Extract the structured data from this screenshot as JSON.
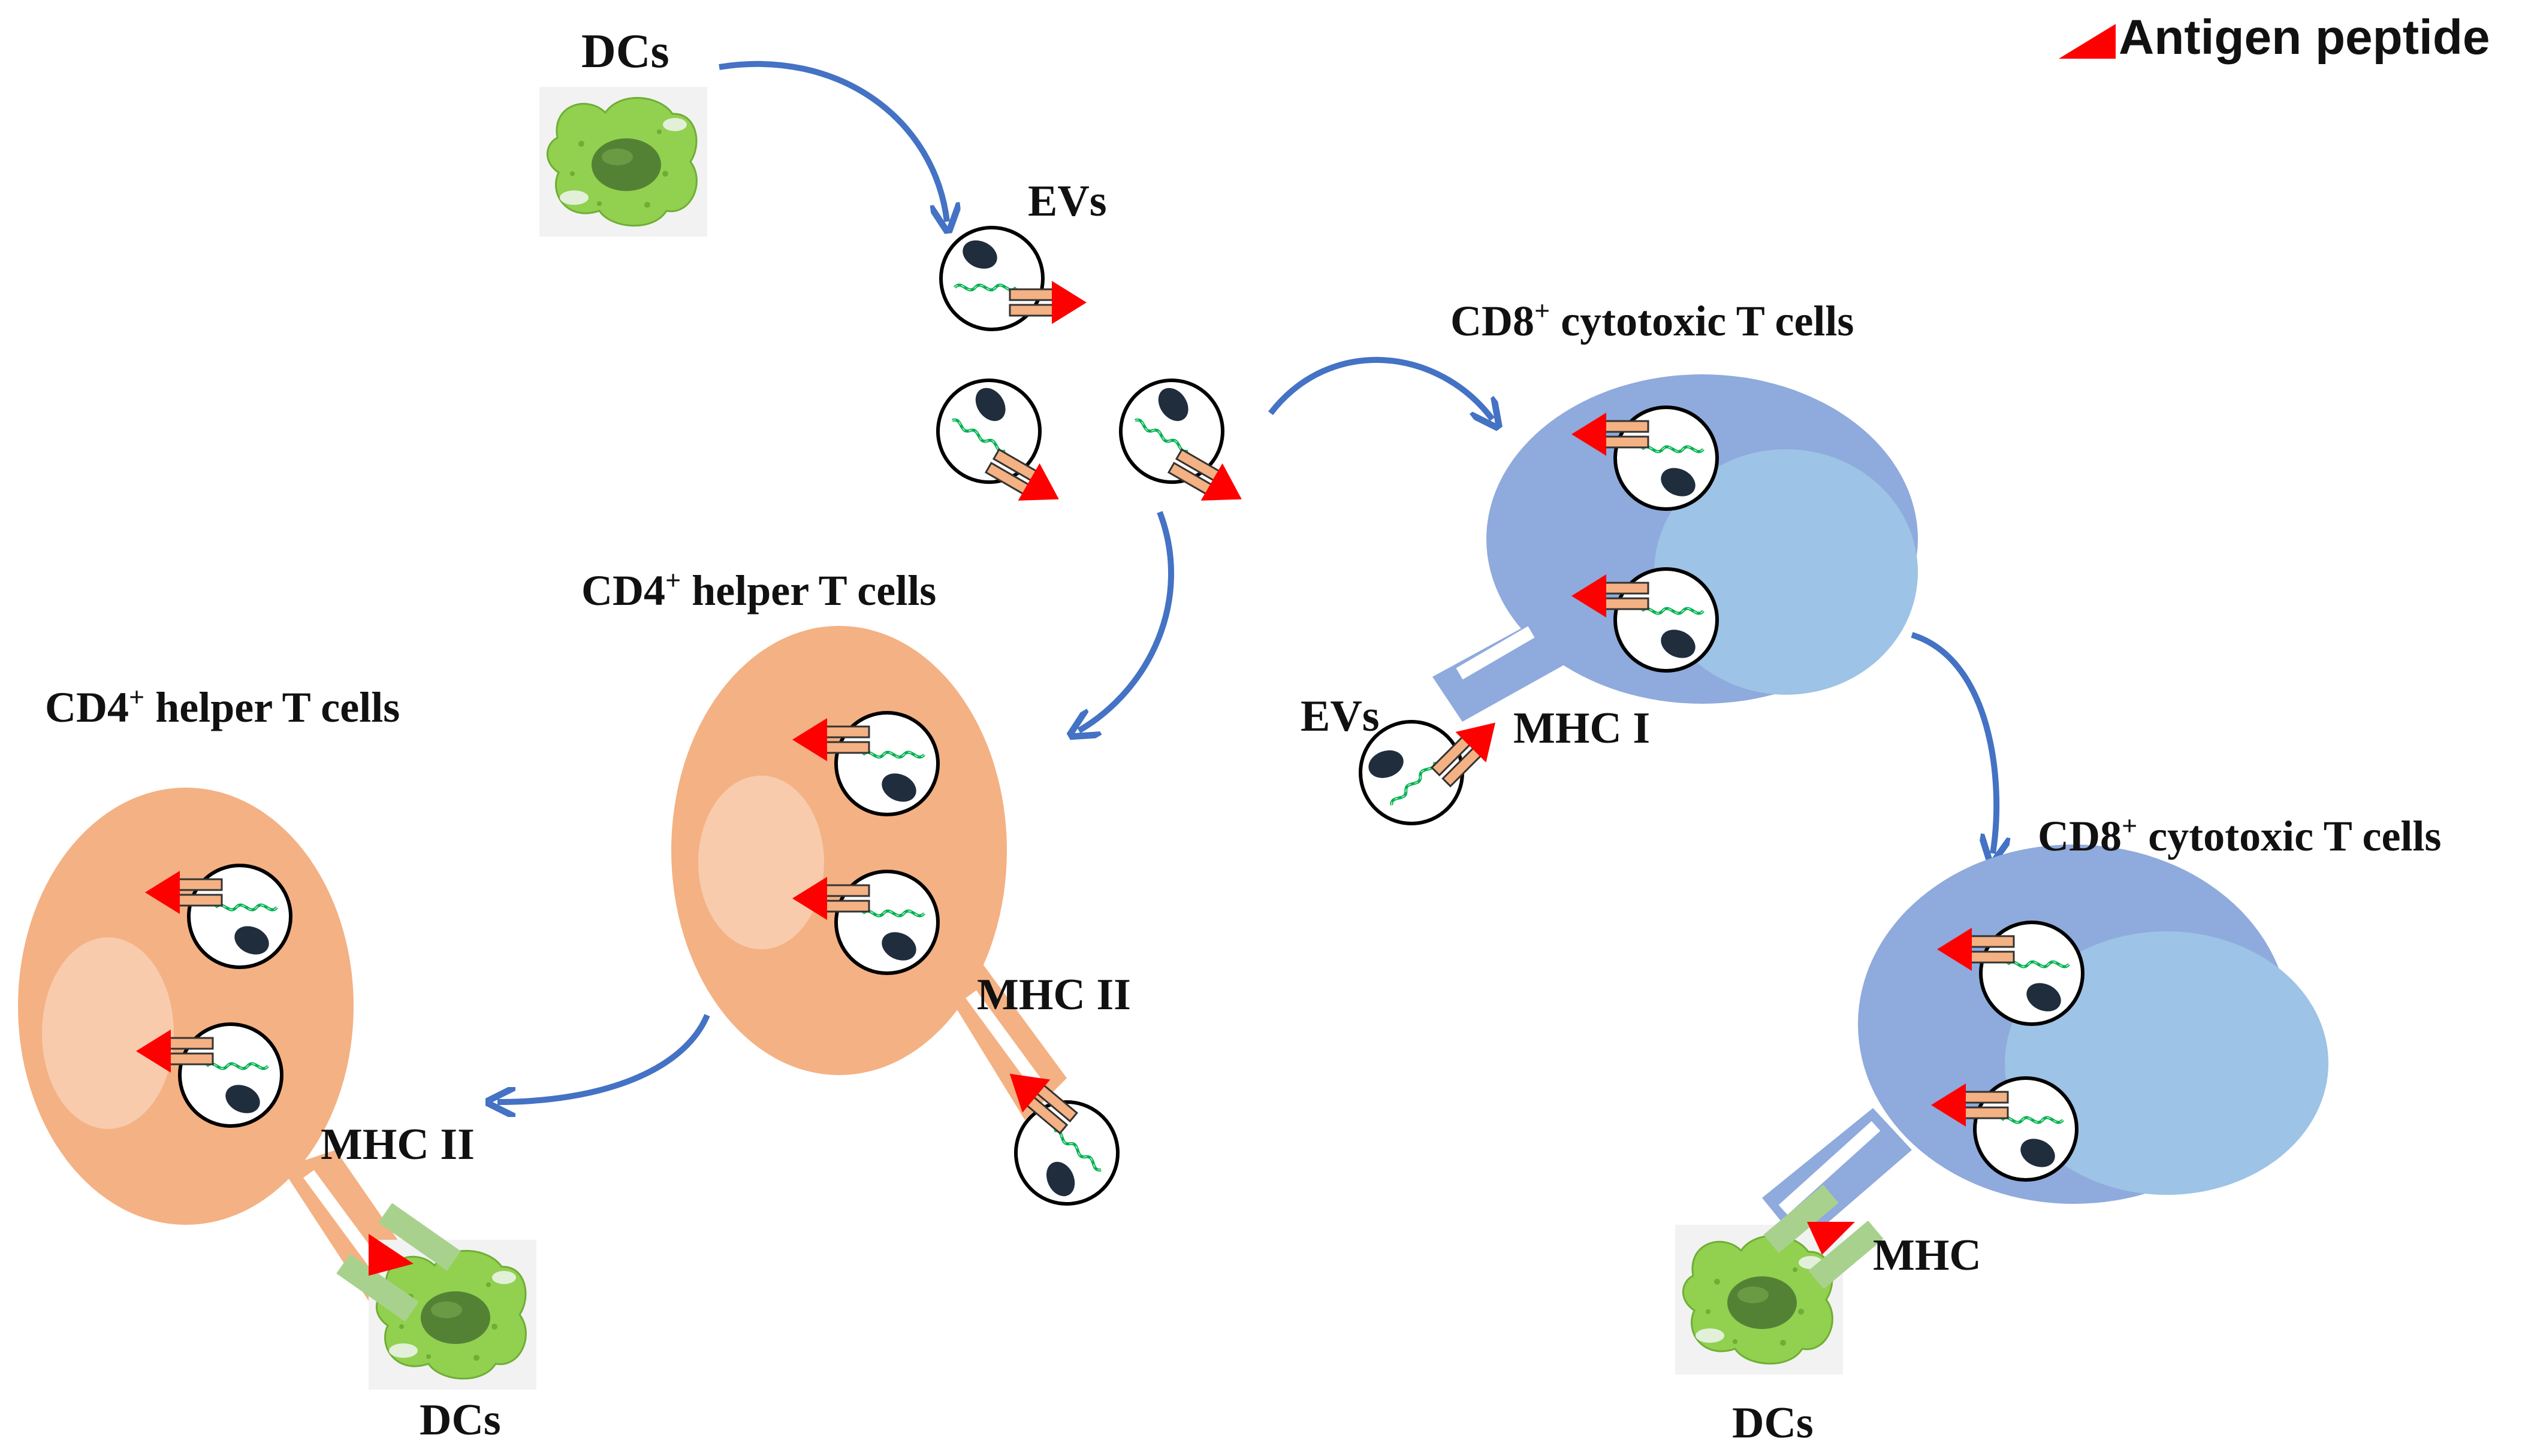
{
  "legend": {
    "label": "Antigen peptide",
    "icon": "red-triangle-icon"
  },
  "labels": {
    "dc_source": "DCs",
    "evs_top": "EVs",
    "cd8_top_main": "CD8",
    "cd8_top_sup": "+",
    "cd8_top_rest": " cytotoxic T cells",
    "cd8_bottom_main": "CD8",
    "cd8_bottom_sup": "+",
    "cd8_bottom_rest": " cytotoxic T cells",
    "cd4_mid_main": "CD4",
    "cd4_mid_sup": "+",
    "cd4_mid_rest": " helper T cells",
    "cd4_left_main": "CD4",
    "cd4_left_sup": "+",
    "cd4_left_rest": " helper T cells",
    "evs_cd8": "EVs",
    "mhc_i": "MHC I",
    "mhc_ii_mid": "MHC II",
    "mhc_ii_left": "MHC II",
    "mhc_right": "MHC",
    "dcs_left_bottom": "DCs",
    "dcs_right_bottom": "DCs"
  },
  "colors": {
    "antigen": "#ff0000",
    "arrow": "#4472c4",
    "cd4_cell": "#f4b183",
    "cd4_nucleus": "#f8cbad",
    "cd8_cell": "#8faadc",
    "cd8_nucleus": "#9dc3e6",
    "dc_cell": "#92d050",
    "dc_nucleus": "#548235",
    "ev_nucleus": "#1f2d3d",
    "mhc_stalk": "#f4b183",
    "rna_strand": "#00b050"
  }
}
